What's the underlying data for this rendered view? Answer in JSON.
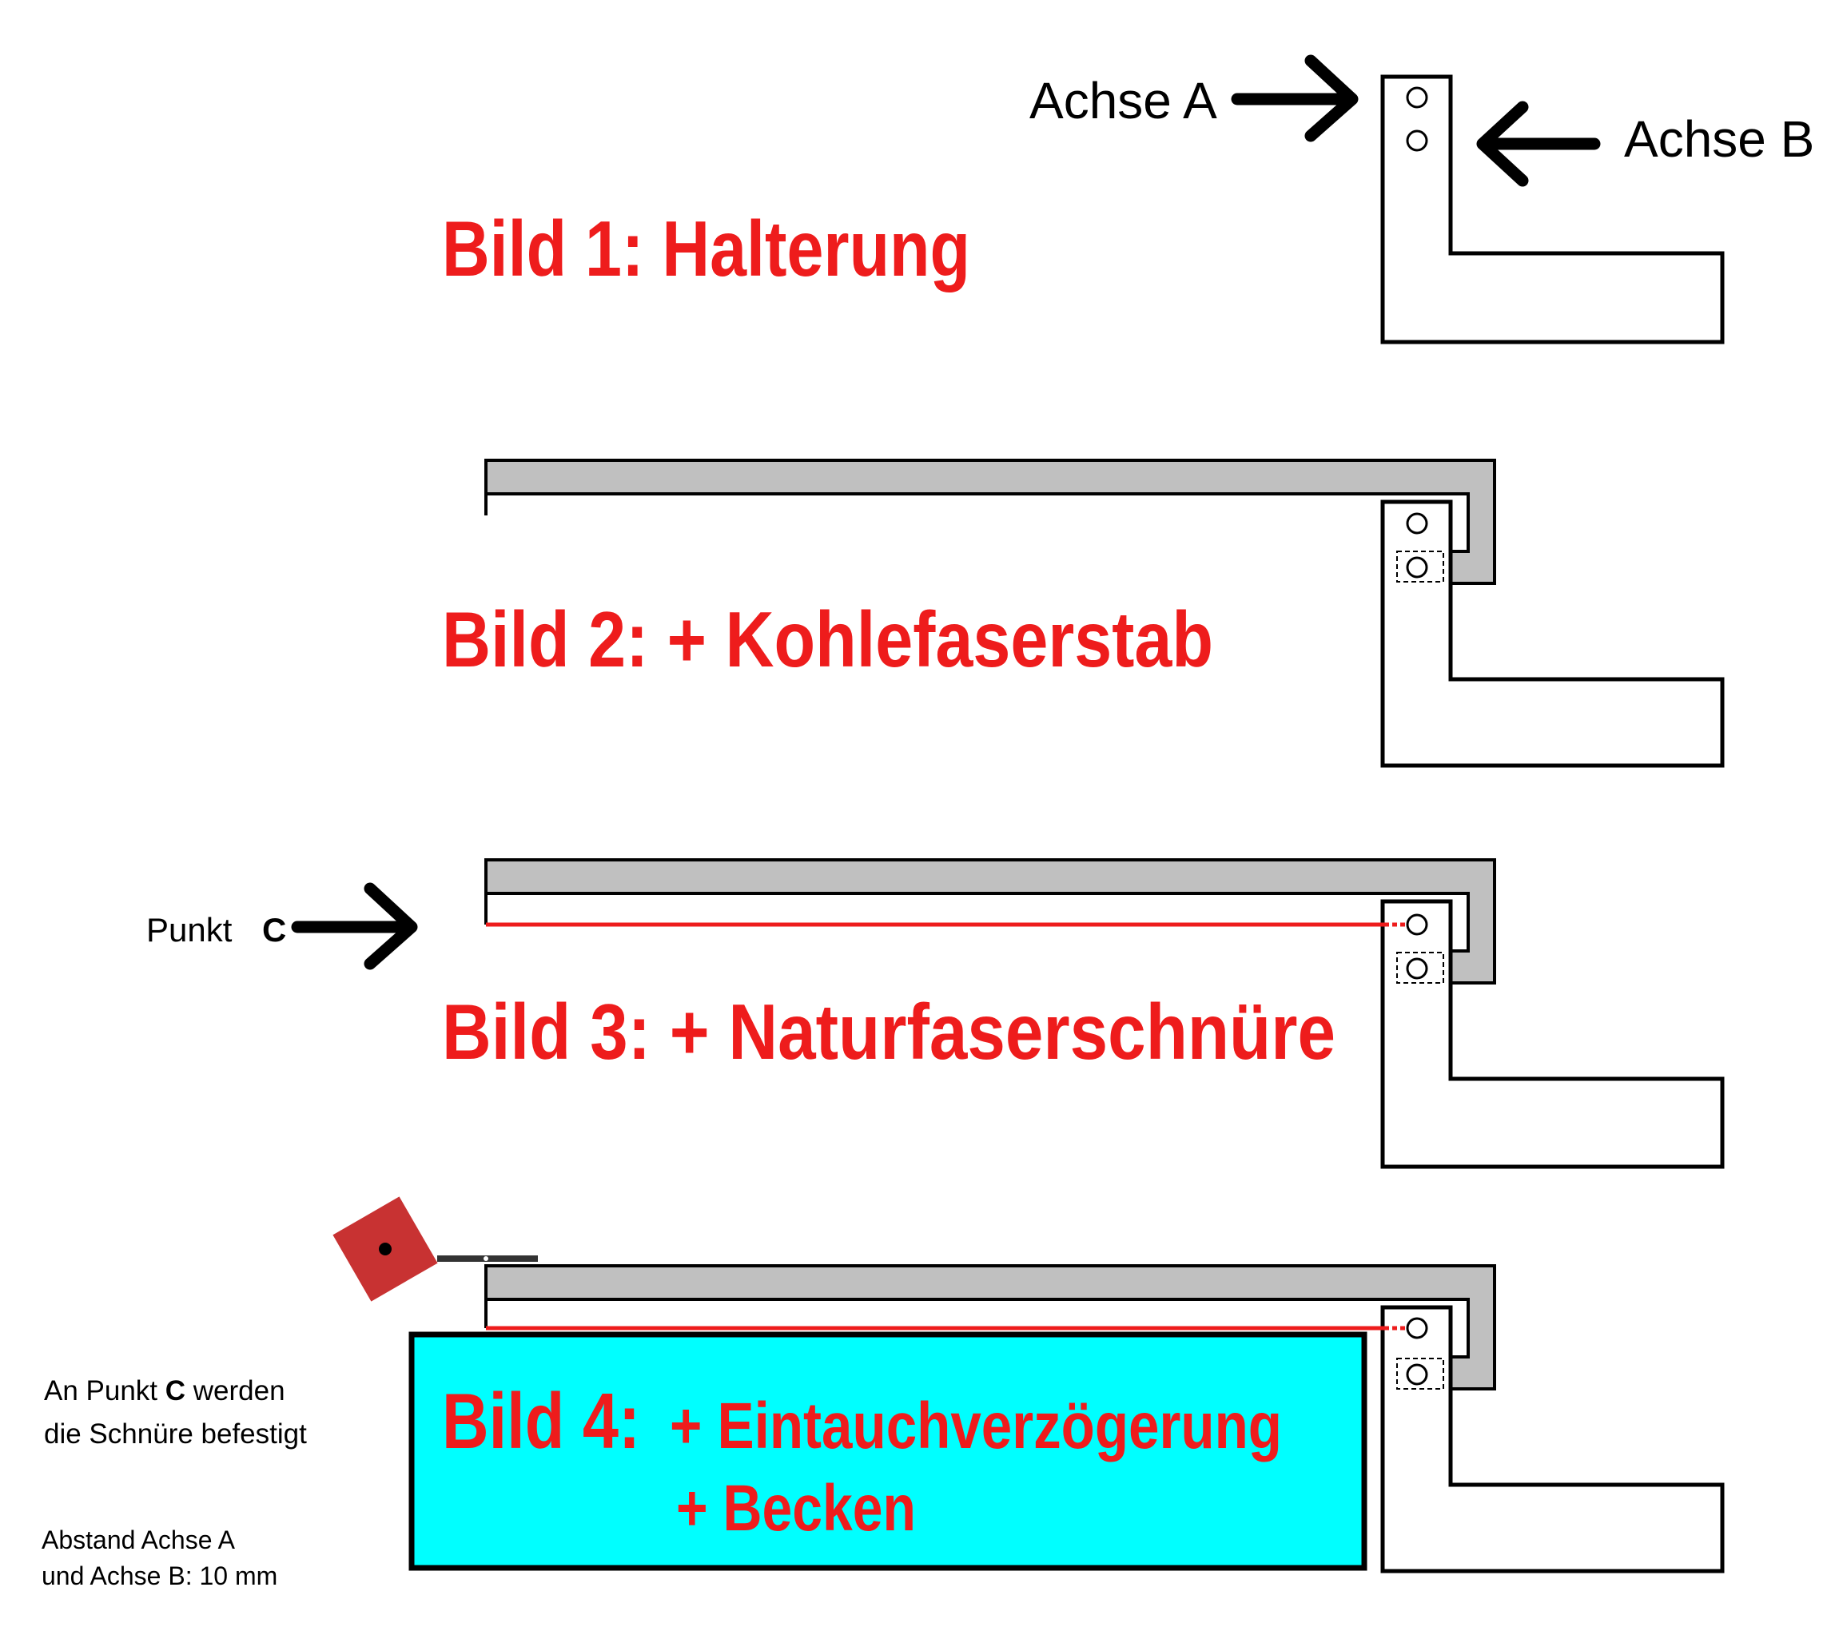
{
  "colors": {
    "title": "#ee1c1c",
    "rod": "#c0c0c0",
    "string": "#ee1c1c",
    "basin": "#00ffff",
    "delay_block": "#c83232",
    "outline": "#000000"
  },
  "labels": {
    "achse_a": "Achse A",
    "achse_b": "Achse B",
    "punkt": "Punkt",
    "punkt_c": "C",
    "note1_part1": "An Punkt ",
    "note1_bold": "C",
    "note1_part2": " werden",
    "note1_line2": "die Schnüre befestigt",
    "note2_line1": "Abstand Achse A",
    "note2_line2": "und Achse B:  10 mm"
  },
  "titles": {
    "bild1": "Bild 1: Halterung",
    "bild2": "Bild 2: + Kohlefaserstab",
    "bild3": "Bild 3: + Naturfaserschnüre",
    "bild4_a": "Bild 4:",
    "bild4_b": "+ Eintauchverzögerung",
    "bild4_c": "+ Becken"
  }
}
